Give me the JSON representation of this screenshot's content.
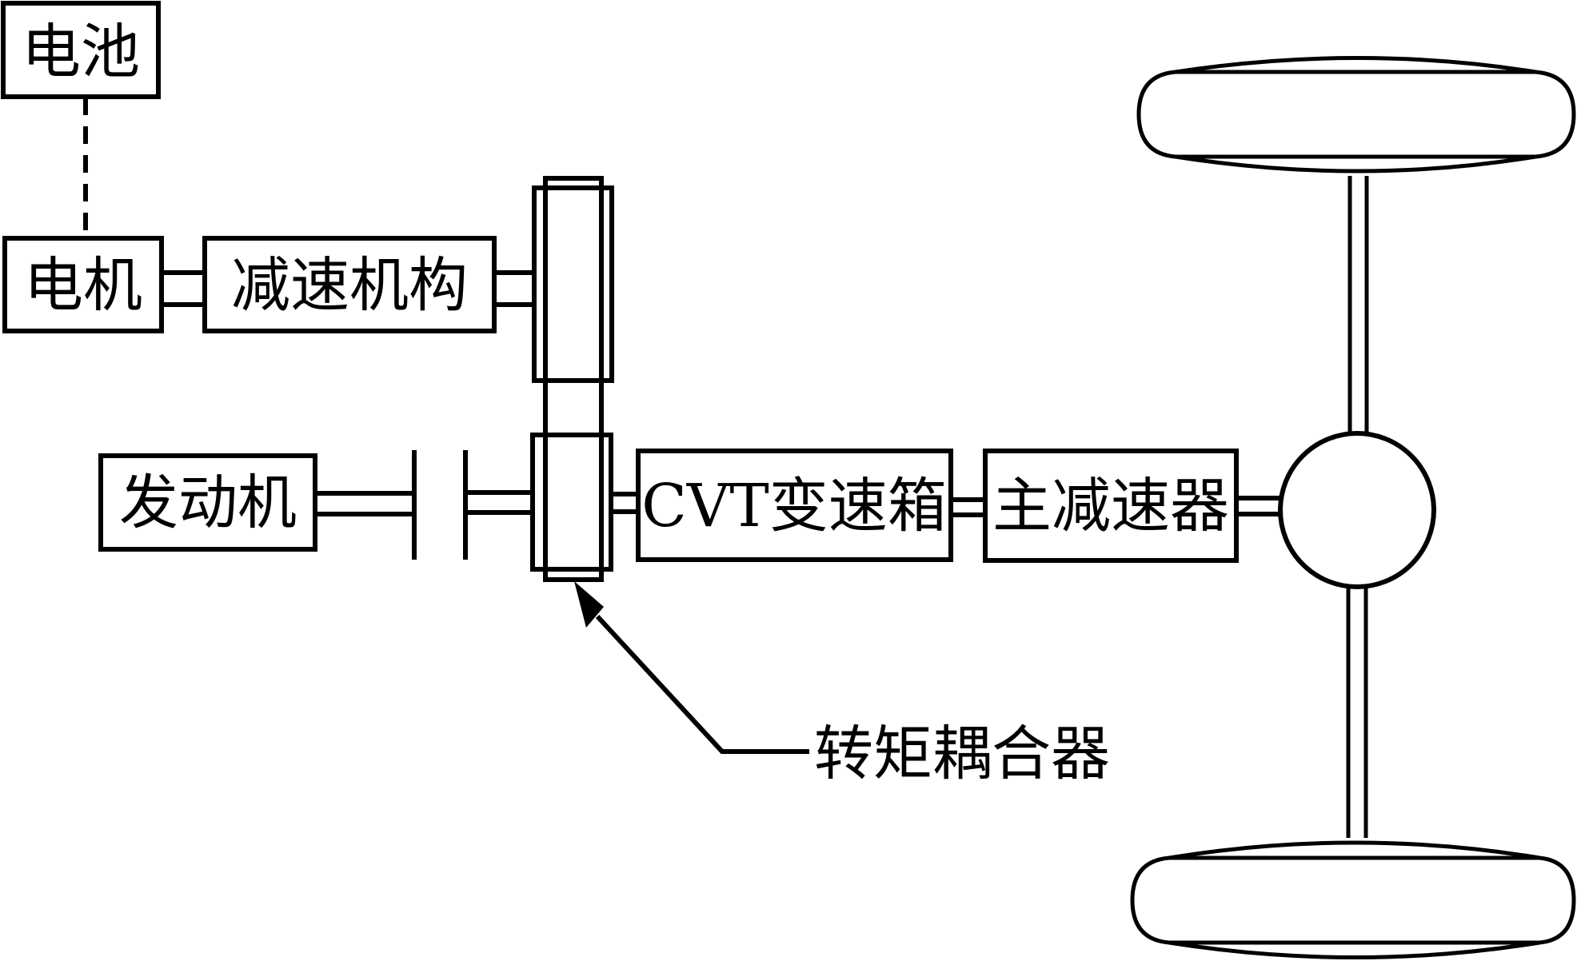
{
  "diagram": {
    "title": "",
    "colors": {
      "stroke": "#000000",
      "background": "#ffffff"
    },
    "components": {
      "battery": {
        "label": "电池"
      },
      "motor": {
        "label": "电机"
      },
      "reduction_mechanism": {
        "label": "减速机构"
      },
      "engine": {
        "label": "发动机"
      },
      "cvt": {
        "label": "CVT变速箱"
      },
      "final_drive": {
        "label": "主减速器"
      },
      "torque_coupler": {
        "label": "转矩耦合器"
      },
      "clutch": {
        "label": ""
      },
      "differential": {
        "label": ""
      },
      "wheel_top": {
        "label": ""
      },
      "wheel_bottom": {
        "label": ""
      }
    },
    "connections": [
      {
        "from": "battery",
        "to": "motor",
        "style": "dashed"
      },
      {
        "from": "motor",
        "to": "reduction_mechanism",
        "style": "shaft"
      },
      {
        "from": "reduction_mechanism",
        "to": "torque_coupler",
        "style": "shaft"
      },
      {
        "from": "engine",
        "to": "clutch",
        "style": "shaft"
      },
      {
        "from": "clutch",
        "to": "torque_coupler",
        "style": "shaft"
      },
      {
        "from": "torque_coupler",
        "to": "cvt",
        "style": "shaft"
      },
      {
        "from": "cvt",
        "to": "final_drive",
        "style": "shaft"
      },
      {
        "from": "final_drive",
        "to": "differential",
        "style": "shaft"
      },
      {
        "from": "differential",
        "to": "wheel_top",
        "style": "shaft"
      },
      {
        "from": "differential",
        "to": "wheel_bottom",
        "style": "shaft"
      }
    ]
  }
}
